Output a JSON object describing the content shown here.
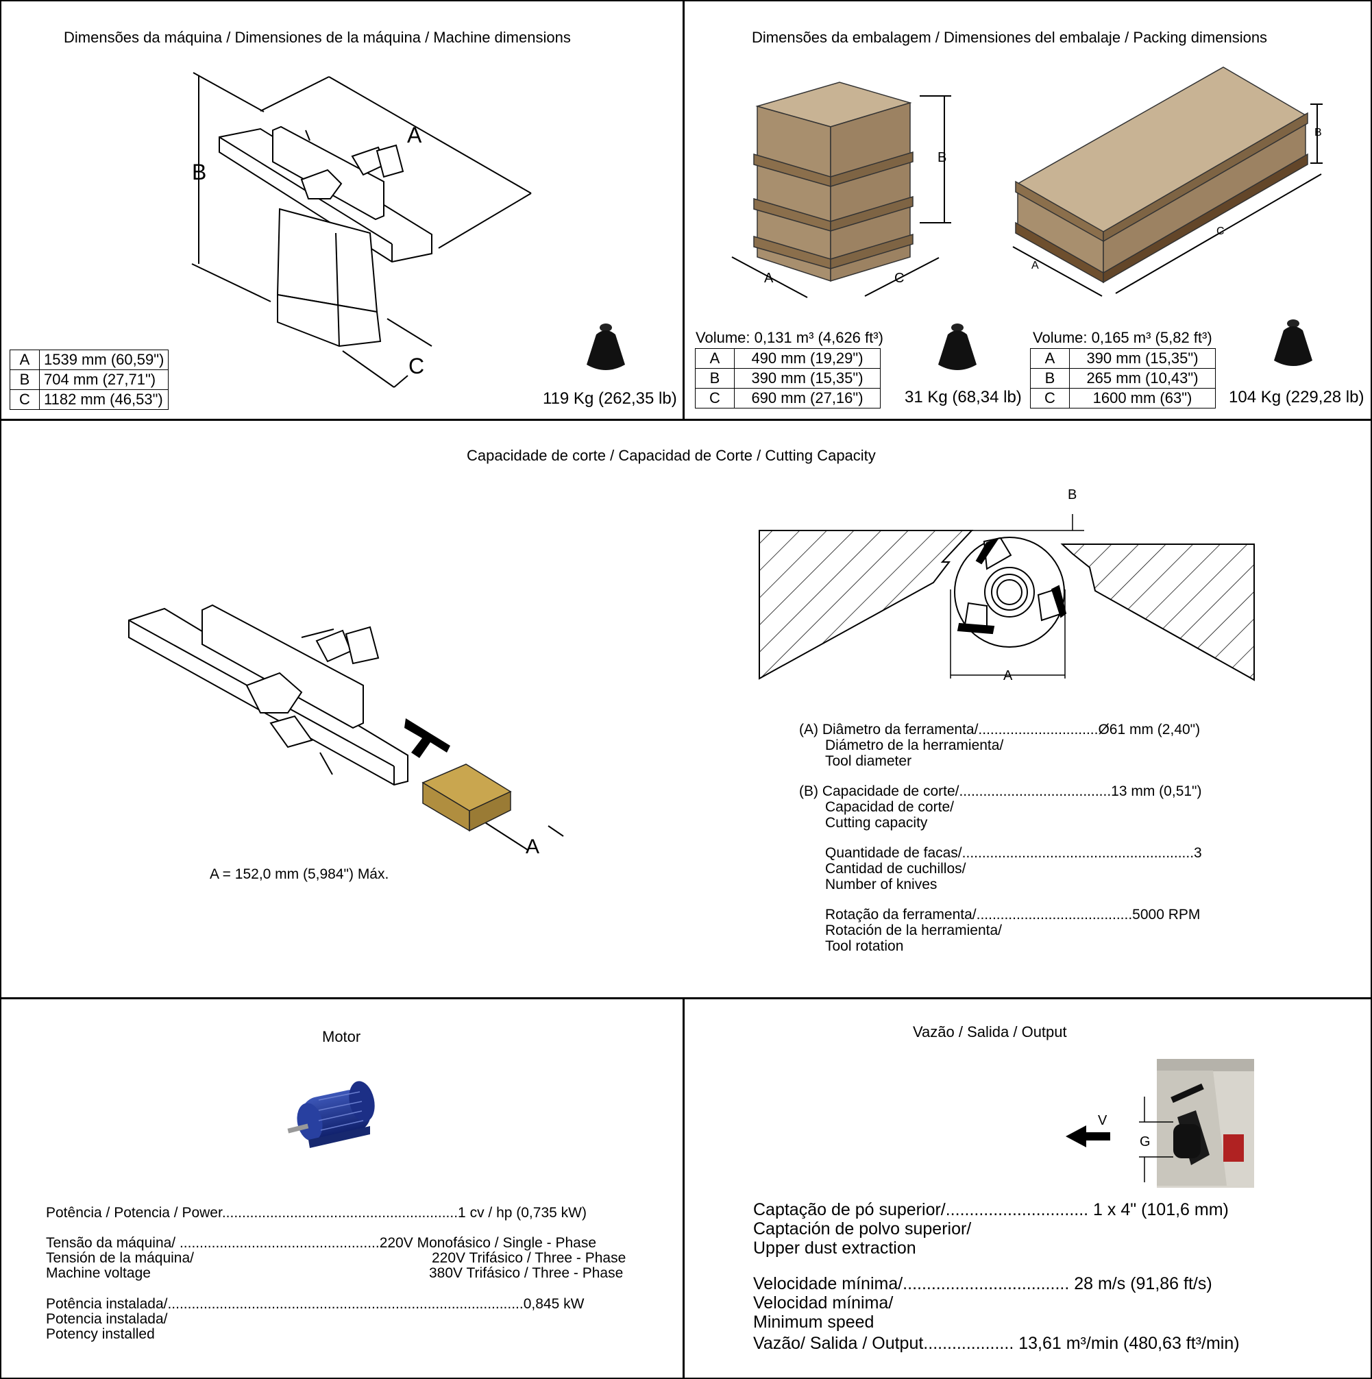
{
  "machine_dims": {
    "title": "Dimensões da máquina / Dimensiones de la máquina / Machine dimensions",
    "labels": {
      "a": "A",
      "b": "B",
      "c": "C"
    },
    "rows": [
      {
        "key": "A",
        "value": "1539 mm (60,59\")"
      },
      {
        "key": "B",
        "value": "704 mm (27,71\")"
      },
      {
        "key": "C",
        "value": "1182 mm (46,53\")"
      }
    ],
    "weight": "119 Kg (262,35 lb)"
  },
  "packing_dims": {
    "title": "Dimensões da embalagem / Dimensiones del embalaje / Packing dimensions",
    "box1": {
      "labels": {
        "a": "A",
        "b": "B",
        "c": "C"
      },
      "volume": "Volume: 0,131 m³ (4,626 ft³)",
      "rows": [
        {
          "key": "A",
          "value": "490 mm (19,29\")"
        },
        {
          "key": "B",
          "value": "390 mm (15,35\")"
        },
        {
          "key": "C",
          "value": "690 mm (27,16\")"
        }
      ],
      "weight": "31 Kg (68,34 lb)"
    },
    "box2": {
      "labels": {
        "a": "A",
        "b": "B",
        "c": "C"
      },
      "volume": "Volume: 0,165 m³ (5,82 ft³)",
      "rows": [
        {
          "key": "A",
          "value": "390 mm (15,35\")"
        },
        {
          "key": "B",
          "value": "265 mm (10,43\")"
        },
        {
          "key": "C",
          "value": "1600 mm (63\")"
        }
      ],
      "weight": "104 Kg (229,28 lb)"
    }
  },
  "cutting": {
    "title": "Capacidade de corte / Capacidad de Corte / Cutting Capacity",
    "label_a": "A",
    "capacity": "A = 152,0 mm (5,984\") Máx.",
    "diagram_labels": {
      "a": "A",
      "b": "B"
    },
    "specs": [
      {
        "line1": "(A) Diâmetro da ferramenta/..............................Ø61 mm (2,40\")",
        "line2": "Diámetro de la herramienta/",
        "line3": "Tool diameter"
      },
      {
        "line1": "(B) Capacidade de corte/......................................13 mm (0,51\")",
        "line2": "Capacidad de corte/",
        "line3": "Cutting capacity"
      },
      {
        "line1": "Quantidade de facas/..........................................................3",
        "line2": "Cantidad de cuchillos/",
        "line3": "Number of knives"
      },
      {
        "line1": "Rotação da ferramenta/.......................................5000 RPM",
        "line2": "Rotación de la herramienta/",
        "line3": "Tool rotation"
      }
    ]
  },
  "motor": {
    "title": "Motor",
    "power": "Potência / Potencia / Power...........................................................1 cv / hp (0,735 kW)",
    "voltage_l1": "Tensão da máquina/ ..................................................220V Monofásico / Single - Phase",
    "voltage_l2": "Tensión de la máquina/",
    "voltage_l2_val": "220V Trifásico / Three - Phase",
    "voltage_l3": "Machine voltage",
    "voltage_l3_val": "380V Trifásico / Three - Phase",
    "installed_l1": "Potência instalada/.........................................................................................0,845 kW",
    "installed_l2": "Potencia instalada/",
    "installed_l3": "Potency installed"
  },
  "output": {
    "title": "Vazão / Salida / Output",
    "label_v": "V",
    "label_g": "G",
    "dust_l1": "Captação de pó superior/.............................. 1 x 4\" (101,6 mm)",
    "dust_l2": "Captación de polvo superior/",
    "dust_l3": "Upper dust extraction",
    "speed_l1": "Velocidade mínima/................................... 28 m/s (91,86 ft/s)",
    "speed_l2": "Velocidad mínima/",
    "speed_l3": "Minimum speed",
    "flow": "Vazão/ Salida / Output................... 13,61 m³/min (480,63 ft³/min)"
  }
}
